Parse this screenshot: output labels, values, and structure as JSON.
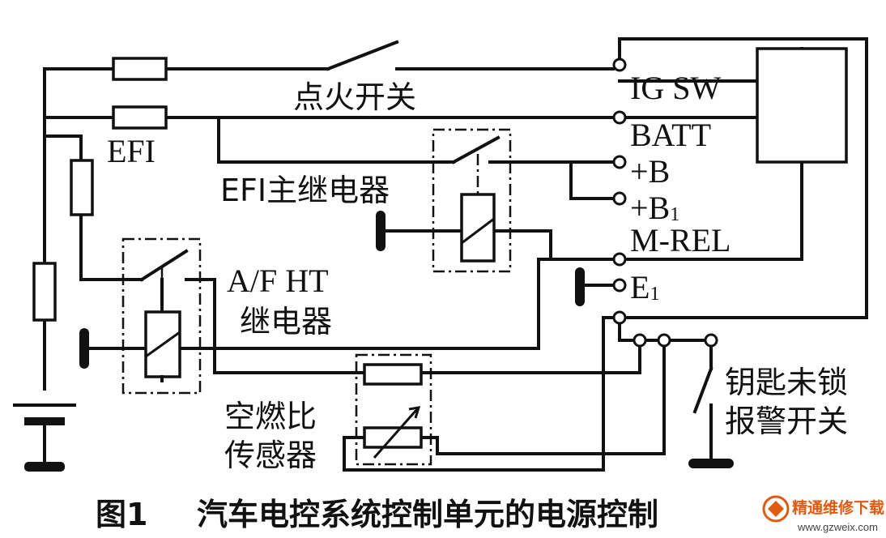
{
  "labels": {
    "ignition_switch": "点火开关",
    "efi_fuse": "EFI",
    "efi_main_relay": "EFI主继电器",
    "af_ht_relay_line1": "A/F HT",
    "af_ht_relay_line2": "继电器",
    "af_sensor_line1": "空燃比",
    "af_sensor_line2": "传感器",
    "key_switch_line1": "钥匙未锁",
    "key_switch_line2": "报警开关"
  },
  "terminals": {
    "ig_sw": "IG SW",
    "batt": "BATT",
    "b": "+B",
    "b1_main": "+B",
    "b1_sub": "1",
    "m_rel": "M-REL",
    "e1_main": "E",
    "e1_sub": "1"
  },
  "caption": {
    "figure": "图1",
    "title": "汽车电控系统控制单元的电源控制"
  },
  "watermark": {
    "site_name": "精通维修下载",
    "url": "www.gzweix.com"
  }
}
